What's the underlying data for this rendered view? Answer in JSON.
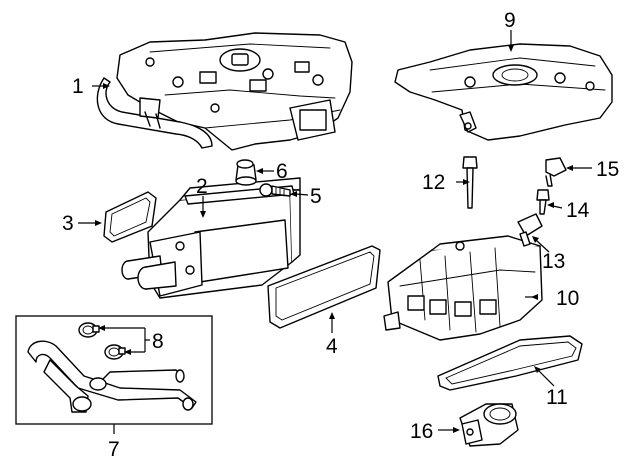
{
  "callouts": [
    {
      "id": "1",
      "label": "1"
    },
    {
      "id": "2",
      "label": "2"
    },
    {
      "id": "3",
      "label": "3"
    },
    {
      "id": "4",
      "label": "4"
    },
    {
      "id": "5",
      "label": "5"
    },
    {
      "id": "6",
      "label": "6"
    },
    {
      "id": "7",
      "label": "7"
    },
    {
      "id": "8",
      "label": "8"
    },
    {
      "id": "9",
      "label": "9"
    },
    {
      "id": "10",
      "label": "10"
    },
    {
      "id": "11",
      "label": "11"
    },
    {
      "id": "12",
      "label": "12"
    },
    {
      "id": "13",
      "label": "13"
    },
    {
      "id": "14",
      "label": "14"
    },
    {
      "id": "15",
      "label": "15"
    },
    {
      "id": "16",
      "label": "16"
    }
  ],
  "style": {
    "line_color": "#000000",
    "background": "#ffffff"
  }
}
